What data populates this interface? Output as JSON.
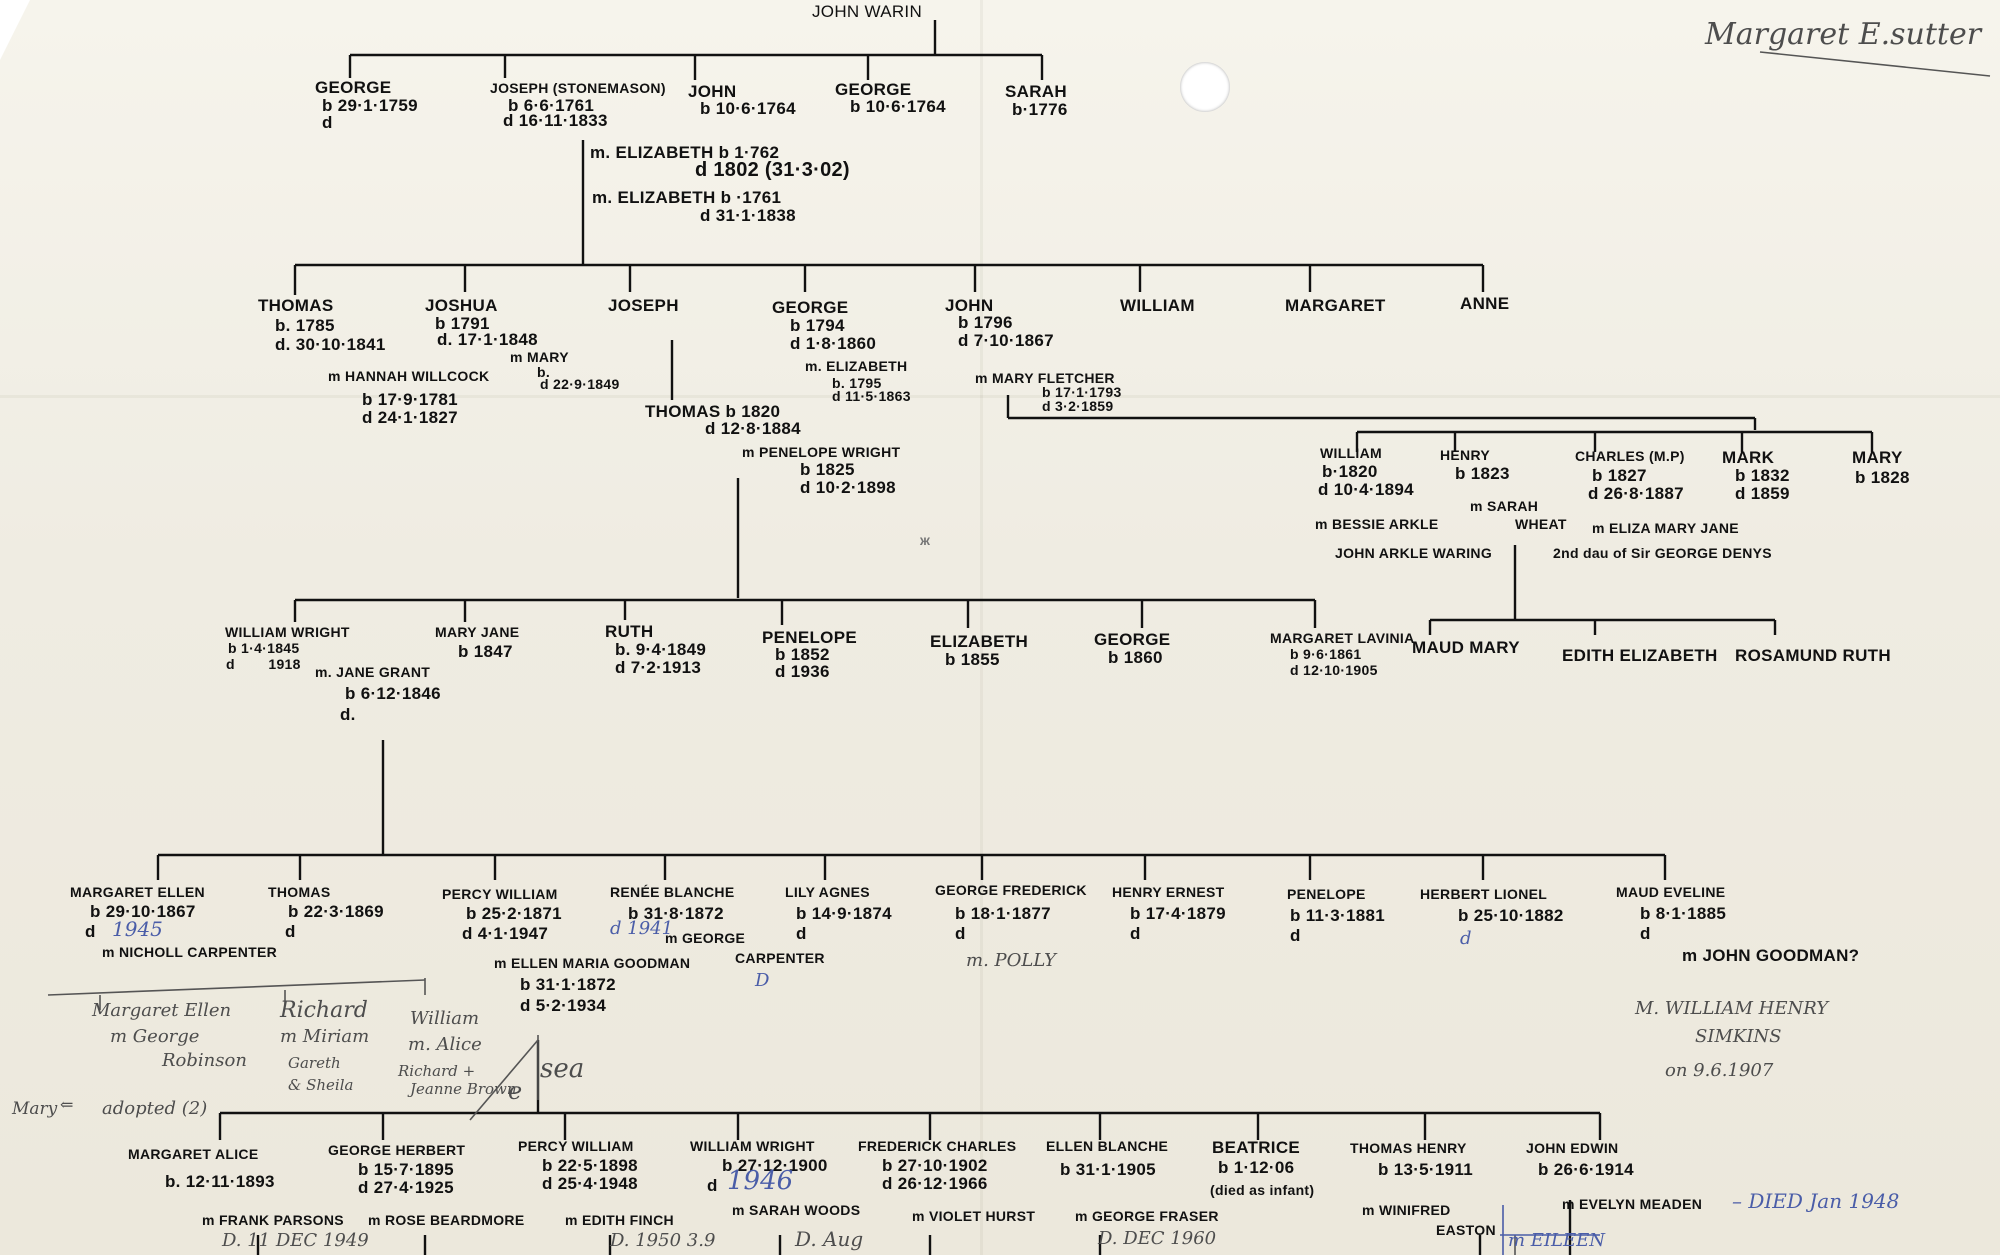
{
  "corner_note": "Margaret E.sutter",
  "root": "JOHN WARIN",
  "gen1": [
    {
      "name": "GEORGE",
      "b": "b 29·1·1759",
      "d": "d"
    },
    {
      "name": "JOSEPH (STONEMASON)",
      "b": "b 6·6·1761",
      "d": "d 16·11·1833"
    },
    {
      "name": "JOHN",
      "b": "b 10·6·1764"
    },
    {
      "name": "GEORGE",
      "b": "b 10·6·1764"
    },
    {
      "name": "SARAH",
      "b": "b·1776"
    }
  ],
  "joseph_marriages": [
    {
      "m": "m. ELIZABETH b 1·762",
      "d": "d 1802 (31·3·02)"
    },
    {
      "m": "m. ELIZABETH b ·1761",
      "d": "d 31·1·1838"
    }
  ],
  "gen2": [
    {
      "name": "THOMAS",
      "b": "b. 1785",
      "d": "d. 30·10·1841"
    },
    {
      "name": "JOSHUA",
      "b": "b 1791",
      "d": "d. 17·1·1848",
      "spouse1": "m MARY",
      "spouse1_b": "b.",
      "spouse1_d": "d 22·9·1849",
      "spouse2": "m HANNAH WILLCOCK",
      "spouse2_b": "b 17·9·1781",
      "spouse2_d": "d 24·1·1827"
    },
    {
      "name": "JOSEPH"
    },
    {
      "name": "GEORGE",
      "b": "b 1794",
      "d": "d 1·8·1860",
      "spouse": "m. ELIZABETH",
      "spouse_b": "b. 1795",
      "spouse_d": "d 11·5·1863"
    },
    {
      "name": "JOHN",
      "b": "b 1796",
      "d": "d 7·10·1867",
      "spouse": "m MARY FLETCHER",
      "spouse_b": "b 17·1·1793",
      "spouse_d": "d 3·2·1859"
    },
    {
      "name": "WILLIAM"
    },
    {
      "name": "MARGARET"
    },
    {
      "name": "ANNE"
    }
  ],
  "thomas_1820": {
    "name": "THOMAS b 1820",
    "d": "d 12·8·1884",
    "spouse": "m PENELOPE WRIGHT",
    "spouse_b": "b 1825",
    "spouse_d": "d 10·2·1898"
  },
  "john_children": [
    {
      "name": "WILLIAM",
      "b": "b·1820",
      "d": "d 10·4·1894",
      "spouse": "m BESSIE ARKLE",
      "child": "JOHN ARKLE WARING"
    },
    {
      "name": "HENRY",
      "b": "b 1823",
      "spouse": "m SARAH",
      "spouse2": "WHEAT"
    },
    {
      "name": "CHARLES (M.P)",
      "b": "b 1827",
      "d": "d 26·8·1887",
      "spouse": "m ELIZA MARY JANE",
      "spouse2": "2nd dau of Sir GEORGE DENYS"
    },
    {
      "name": "MARK",
      "b": "b 1832",
      "d": "d 1859"
    },
    {
      "name": "MARY",
      "b": "b 1828"
    }
  ],
  "charles_children": [
    "MAUD MARY",
    "EDITH ELIZABETH",
    "ROSAMUND RUTH"
  ],
  "gen3": [
    {
      "name": "WILLIAM WRIGHT",
      "b": "b 1·4·1845",
      "d": "d        1918",
      "spouse": "m. JANE GRANT",
      "spouse_b": "b 6·12·1846",
      "spouse_d": "d."
    },
    {
      "name": "MARY JANE",
      "b": "b 1847"
    },
    {
      "name": "RUTH",
      "b": "b. 9·4·1849",
      "d": "d 7·2·1913"
    },
    {
      "name": "PENELOPE",
      "b": "b 1852",
      "d": "d 1936"
    },
    {
      "name": "ELIZABETH",
      "b": "b 1855"
    },
    {
      "name": "GEORGE",
      "b": "b 1860"
    },
    {
      "name": "MARGARET LAVINIA",
      "b": "b 9·6·1861",
      "d": "d 12·10·1905"
    }
  ],
  "gen4": [
    {
      "name": "MARGARET ELLEN",
      "b": "b 29·10·1867",
      "d": "d",
      "d_pencil": "1945",
      "spouse": "m NICHOLL CARPENTER"
    },
    {
      "name": "THOMAS",
      "b": "b 22·3·1869",
      "d": "d"
    },
    {
      "name": "PERCY WILLIAM",
      "b": "b 25·2·1871",
      "d": "d 4·1·1947",
      "spouse": "m ELLEN MARIA GOODMAN",
      "spouse_b": "b 31·1·1872",
      "spouse_d": "d 5·2·1934"
    },
    {
      "name": "RENÉE BLANCHE",
      "b": "b 31·8·1872",
      "d": "d 1941",
      "spouse": "m GEORGE",
      "spouse2": "CARPENTER",
      "spouse_d": "D"
    },
    {
      "name": "LILY AGNES",
      "b": "b 14·9·1874",
      "d": "d"
    },
    {
      "name": "GEORGE FREDERICK",
      "b": "b 18·1·1877",
      "d": "d",
      "spouse": "m. POLLY"
    },
    {
      "name": "HENRY ERNEST",
      "b": "b 17·4·1879",
      "d": "d"
    },
    {
      "name": "PENELOPE",
      "b": "b 11·3·1881",
      "d": "d"
    },
    {
      "name": "HERBERT LIONEL",
      "b": "b 25·10·1882",
      "d": "d"
    },
    {
      "name": "MAUD EVELINE",
      "b": "b 8·1·1885",
      "d": "d",
      "spouse": "m JOHN GOODMAN?",
      "spouse_pencil1": "M. WILLIAM HENRY",
      "spouse_pencil2": "SIMKINS",
      "spouse_pencil3": "on 9.6.1907"
    }
  ],
  "margaret_children": [
    {
      "name": "Margaret Ellen",
      "spouse": "m George",
      "spouse2": "Robinson"
    },
    {
      "name": "Richard",
      "spouse": "m Miriam",
      "children": "Gareth",
      "children2": "& Sheila"
    },
    {
      "name": "William",
      "spouse": "m. Alice",
      "children": "Richard +",
      "children2": "Jeanne Brown"
    },
    {
      "name": "Mary",
      "note": "adopted (2)"
    }
  ],
  "pencil_misc": {
    "e": "e",
    "sea": "sea"
  },
  "gen5": [
    {
      "name": "MARGARET ALICE",
      "b": "b. 12·11·1893",
      "spouse": "m FRANK PARSONS",
      "death_note": "D. 11 DEC 1949"
    },
    {
      "name": "GEORGE HERBERT",
      "b": "b 15·7·1895",
      "d": "d 27·4·1925",
      "spouse": "m ROSE BEARDMORE"
    },
    {
      "name": "PERCY WILLIAM",
      "b": "b 22·5·1898",
      "d": "d 25·4·1948",
      "spouse": "m EDITH FINCH",
      "death_note": "D. 1950 3.9"
    },
    {
      "name": "WILLIAM WRIGHT",
      "b": "b 27·12·1900",
      "d": "d",
      "d_pencil": "1946",
      "spouse": "m SARAH WOODS",
      "death_note": "D. Aug"
    },
    {
      "name": "FREDERICK CHARLES",
      "b": "b 27·10·1902",
      "d": "d 26·12·1966",
      "spouse": "m VIOLET HURST"
    },
    {
      "name": "ELLEN BLANCHE",
      "b": "b 31·1·1905",
      "spouse": "m GEORGE FRASER",
      "death_note": "D. DEC 1960"
    },
    {
      "name": "BEATRICE",
      "b": "b 1·12·06",
      "d": "(died as infant)"
    },
    {
      "name": "THOMAS HENRY",
      "b": "b 13·5·1911",
      "spouse": "m WINIFRED",
      "spouse2": "EASTON"
    },
    {
      "name": "JOHN EDWIN",
      "b": "b 26·6·1914",
      "spouse": "m EVELYN MEADEN",
      "death_note": "– DIED Jan 1948",
      "spouse_extra": "m EILEEN"
    }
  ]
}
